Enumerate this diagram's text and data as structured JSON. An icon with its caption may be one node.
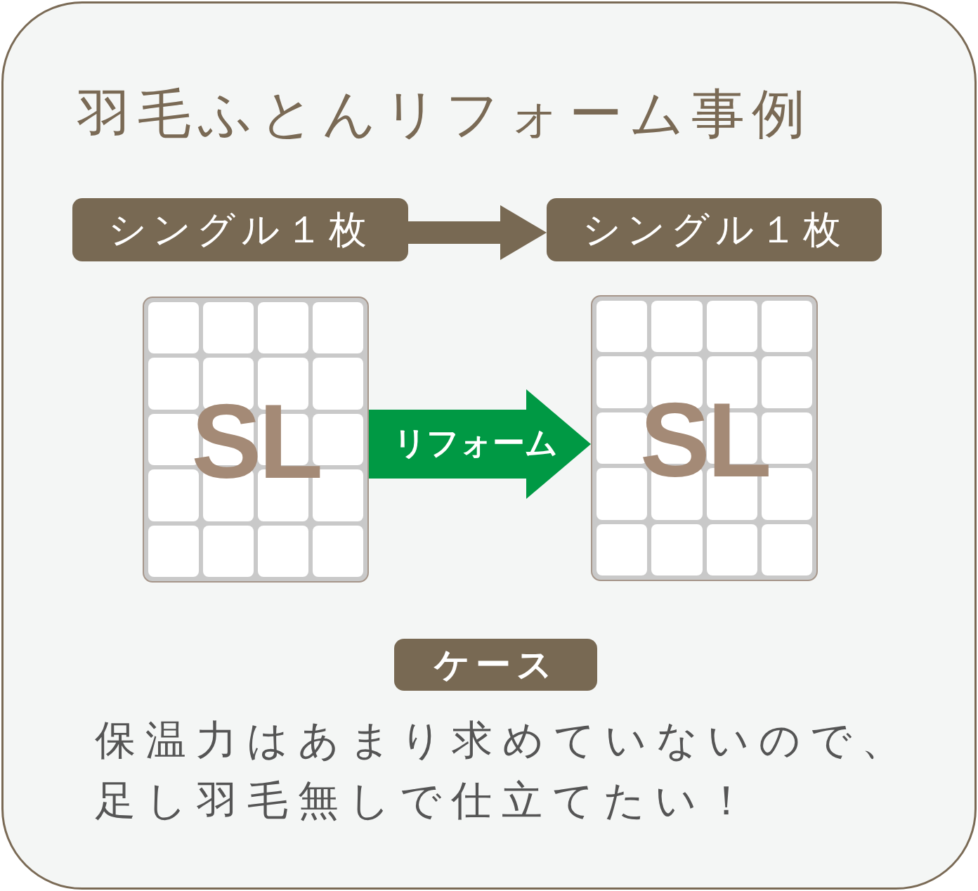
{
  "diagram": {
    "title": "羽毛ふとんリフォーム事例",
    "nodes": [
      {
        "text": [
          "シングル１枚"
        ]
      },
      {
        "text": [
          "シングル１枚"
        ]
      },
      {
        "text": [
          "SL"
        ]
      },
      {
        "text": [
          "SL"
        ]
      }
    ],
    "edges": [
      {
        "from": 0,
        "to": 1,
        "arrow": "to",
        "color": "#786953"
      },
      {
        "from": 2,
        "to": 3,
        "arrow": "to",
        "style": "thick",
        "label": "リフォーム",
        "color": "#009944"
      }
    ],
    "labels": [
      "ケース",
      "保温力はあまり求めていないので、足し羽毛無しで仕立てたい！"
    ]
  }
}
